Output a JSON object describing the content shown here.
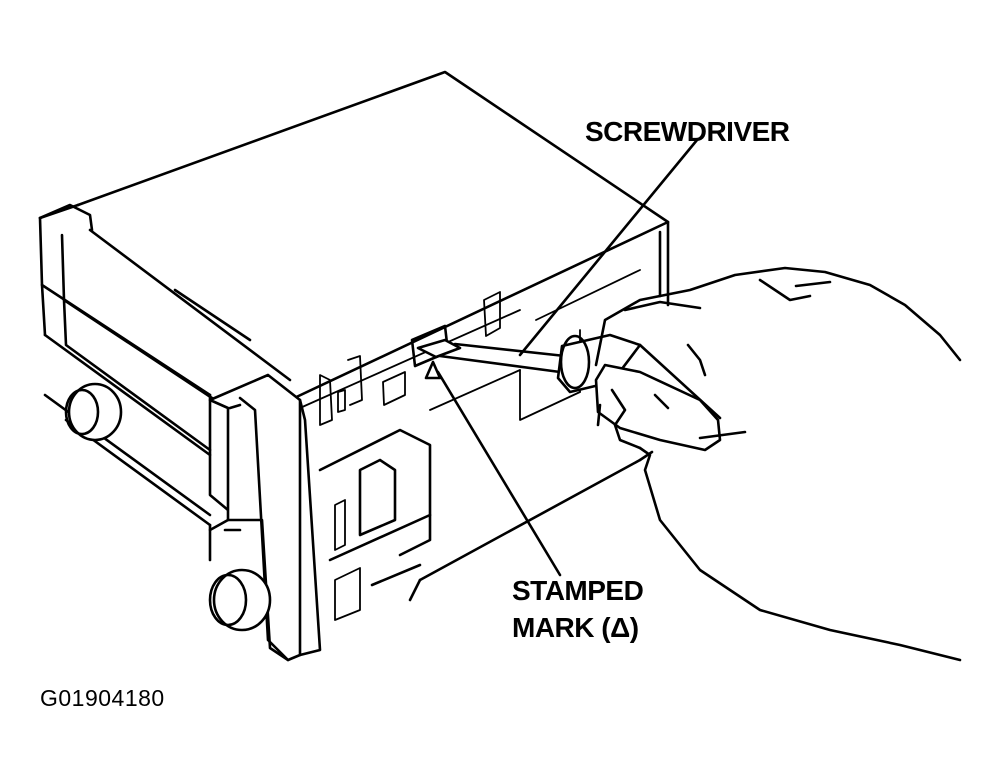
{
  "labels": {
    "screwdriver": "SCREWDRIVER",
    "stamped_line1": "STAMPED",
    "stamped_line2": "MARK (Δ)",
    "figure_code": "G01904180"
  },
  "colors": {
    "ink": "#000000",
    "paper": "#ffffff"
  }
}
